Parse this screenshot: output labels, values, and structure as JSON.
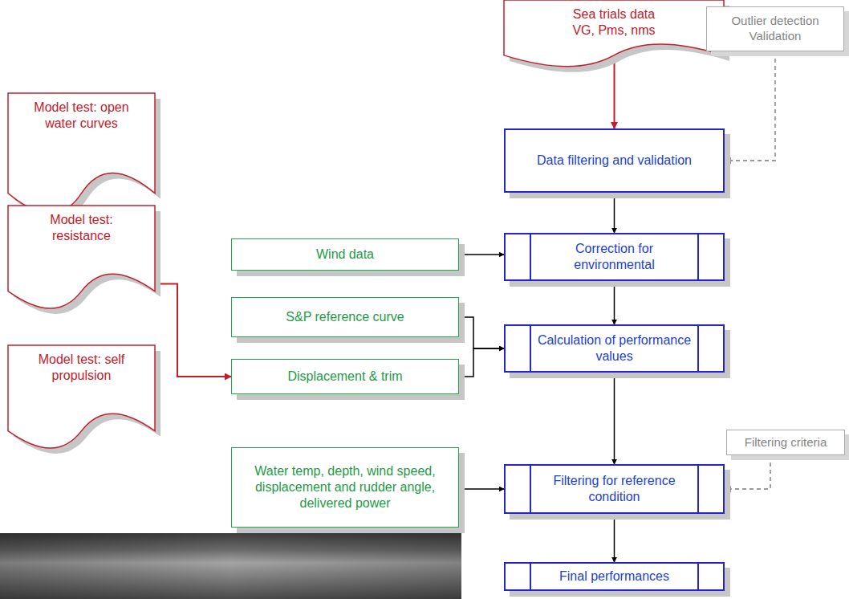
{
  "diagram": {
    "nodes": [
      {
        "text": [
          "Sea trials data",
          "VG, Pms, nms"
        ]
      },
      {
        "text": [
          "Outlier detection Validation"
        ]
      },
      {
        "text": [
          "Model test: open water curves"
        ]
      },
      {
        "text": [
          "Data filtering and validation"
        ]
      },
      {
        "text": [
          "Model test: resistance"
        ]
      },
      {
        "text": [
          "Wind data"
        ]
      },
      {
        "text": [
          "Correction for environmental"
        ]
      },
      {
        "text": [
          "S&P reference curve"
        ]
      },
      {
        "text": [
          "Calculation of performance values"
        ]
      },
      {
        "text": [
          "Model test: self propulsion"
        ]
      },
      {
        "text": [
          "Displacement & trim"
        ]
      },
      {
        "text": [
          "Filtering criteria"
        ]
      },
      {
        "text": [
          "Water temp, depth, wind speed, displacement and rudder angle, delivered power"
        ]
      },
      {
        "text": [
          "Filtering for reference condition"
        ]
      },
      {
        "text": [
          "Final performances"
        ]
      }
    ],
    "edges": [
      {
        "from": 0,
        "to": 3,
        "arrow": "to"
      },
      {
        "from": 1,
        "to": 3,
        "arrow": "to"
      },
      {
        "from": 3,
        "to": 6,
        "arrow": "to"
      },
      {
        "from": 5,
        "to": 6,
        "arrow": "to"
      },
      {
        "from": 6,
        "to": 8,
        "arrow": "to"
      },
      {
        "from": 7,
        "to": 8,
        "arrow": "to"
      },
      {
        "from": 10,
        "to": 8,
        "arrow": "to"
      },
      {
        "from": 4,
        "to": 10,
        "arrow": "to"
      },
      {
        "from": 8,
        "to": 13,
        "arrow": "to"
      },
      {
        "from": 11,
        "to": 13,
        "arrow": "to"
      },
      {
        "from": 12,
        "to": 13,
        "arrow": "to"
      },
      {
        "from": 13,
        "to": 14,
        "arrow": "to"
      }
    ]
  }
}
